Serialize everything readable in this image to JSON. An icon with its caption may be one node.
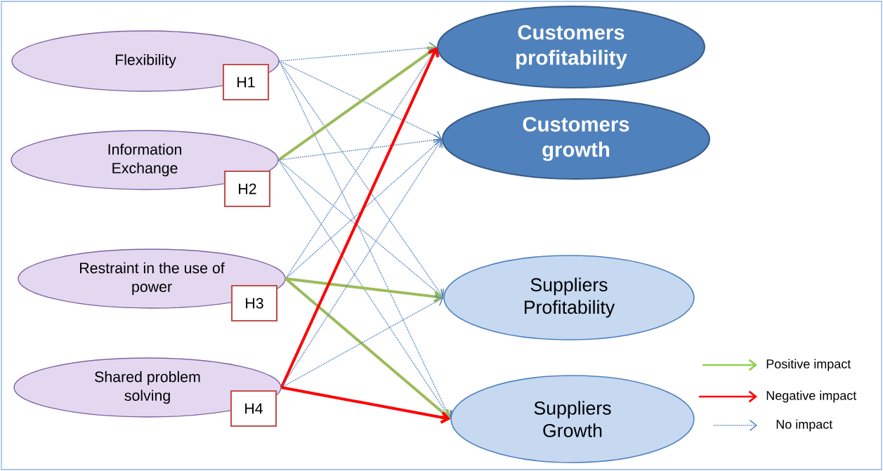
{
  "diagram": {
    "nodes": [
      {
        "text": [
          "Flexibility"
        ]
      },
      {
        "text": [
          "H1"
        ]
      },
      {
        "text": [
          "Information Exchange"
        ]
      },
      {
        "text": [
          "H2"
        ]
      },
      {
        "text": [
          "Restraint in the use of power"
        ]
      },
      {
        "text": [
          "H3"
        ]
      },
      {
        "text": [
          "Shared problem solving"
        ]
      },
      {
        "text": [
          "H4"
        ]
      },
      {
        "text": [
          "Customers profitability"
        ]
      },
      {
        "text": [
          "Customers growth"
        ]
      },
      {
        "text": [
          "Suppliers Profitability"
        ]
      },
      {
        "text": [
          "Suppliers Growth"
        ]
      }
    ],
    "edges": [
      {
        "from": 0,
        "to": 8,
        "arrow": "to",
        "style": "dashed"
      },
      {
        "from": 0,
        "to": 9,
        "arrow": "to",
        "style": "dashed"
      },
      {
        "from": 0,
        "to": 10,
        "arrow": "to",
        "style": "dashed"
      },
      {
        "from": 0,
        "to": 11,
        "arrow": "to",
        "style": "dashed"
      },
      {
        "from": 2,
        "to": 8,
        "arrow": "to",
        "style": "thick",
        "color": "#9bbb59"
      },
      {
        "from": 2,
        "to": 9,
        "arrow": "to",
        "style": "dashed"
      },
      {
        "from": 2,
        "to": 10,
        "arrow": "to",
        "style": "dashed"
      },
      {
        "from": 2,
        "to": 11,
        "arrow": "to",
        "style": "dashed"
      },
      {
        "from": 4,
        "to": 8,
        "arrow": "to",
        "style": "dashed"
      },
      {
        "from": 4,
        "to": 9,
        "arrow": "to",
        "style": "dashed"
      },
      {
        "from": 4,
        "to": 10,
        "arrow": "to",
        "style": "thick",
        "color": "#9bbb59"
      },
      {
        "from": 4,
        "to": 11,
        "arrow": "to",
        "style": "thick",
        "color": "#9bbb59"
      },
      {
        "from": 6,
        "to": 8,
        "arrow": "to",
        "style": "thick",
        "color": "#ff0000"
      },
      {
        "from": 6,
        "to": 9,
        "arrow": "to",
        "style": "dashed"
      },
      {
        "from": 6,
        "to": 10,
        "arrow": "to",
        "style": "dashed"
      },
      {
        "from": 6,
        "to": 11,
        "arrow": "to",
        "style": "thick",
        "color": "#ff0000"
      }
    ],
    "legend": [
      {
        "text": "Positive impact"
      },
      {
        "text": "Negative impact"
      },
      {
        "text": "No impact"
      }
    ]
  }
}
